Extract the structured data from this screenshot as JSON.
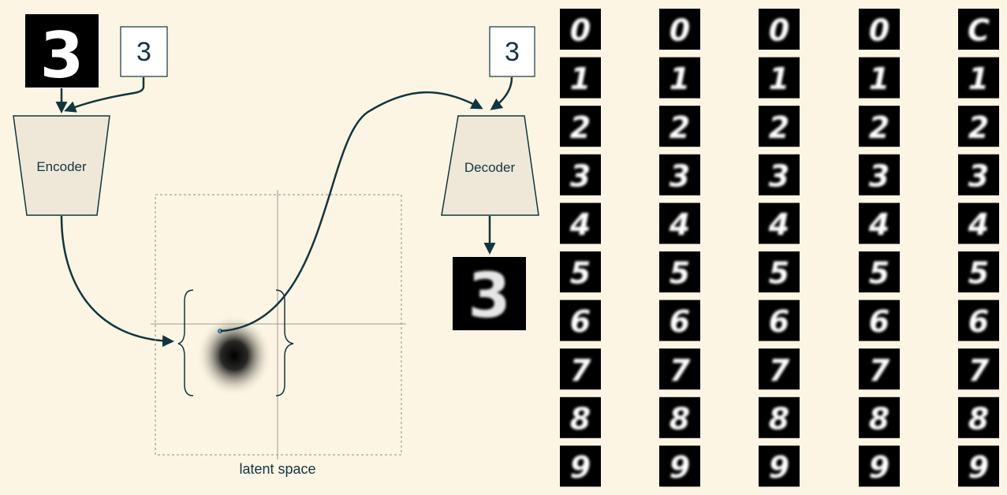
{
  "diagram": {
    "input_digit": "3",
    "encoder_condition_label": "3",
    "decoder_condition_label": "3",
    "encoder_label": "Encoder",
    "decoder_label": "Decoder",
    "output_digit": "3",
    "latent_label": "latent space"
  },
  "sample_grid": {
    "rows": [
      [
        "0",
        "0",
        "0",
        "0",
        "C"
      ],
      [
        "1",
        "1",
        "1",
        "1",
        "1"
      ],
      [
        "2",
        "2",
        "2",
        "2",
        "2"
      ],
      [
        "3",
        "3",
        "3",
        "3",
        "3"
      ],
      [
        "4",
        "4",
        "4",
        "4",
        "4"
      ],
      [
        "5",
        "5",
        "5",
        "5",
        "5"
      ],
      [
        "6",
        "6",
        "6",
        "6",
        "6"
      ],
      [
        "7",
        "7",
        "7",
        "7",
        "7"
      ],
      [
        "8",
        "8",
        "8",
        "8",
        "8"
      ],
      [
        "9",
        "9",
        "9",
        "9",
        "9"
      ]
    ]
  },
  "colors": {
    "background": "#fcf5e3",
    "box_fill": "#efe8d8",
    "stroke": "#123640",
    "tile_bg": "#000000",
    "digit": "#ffffff"
  }
}
